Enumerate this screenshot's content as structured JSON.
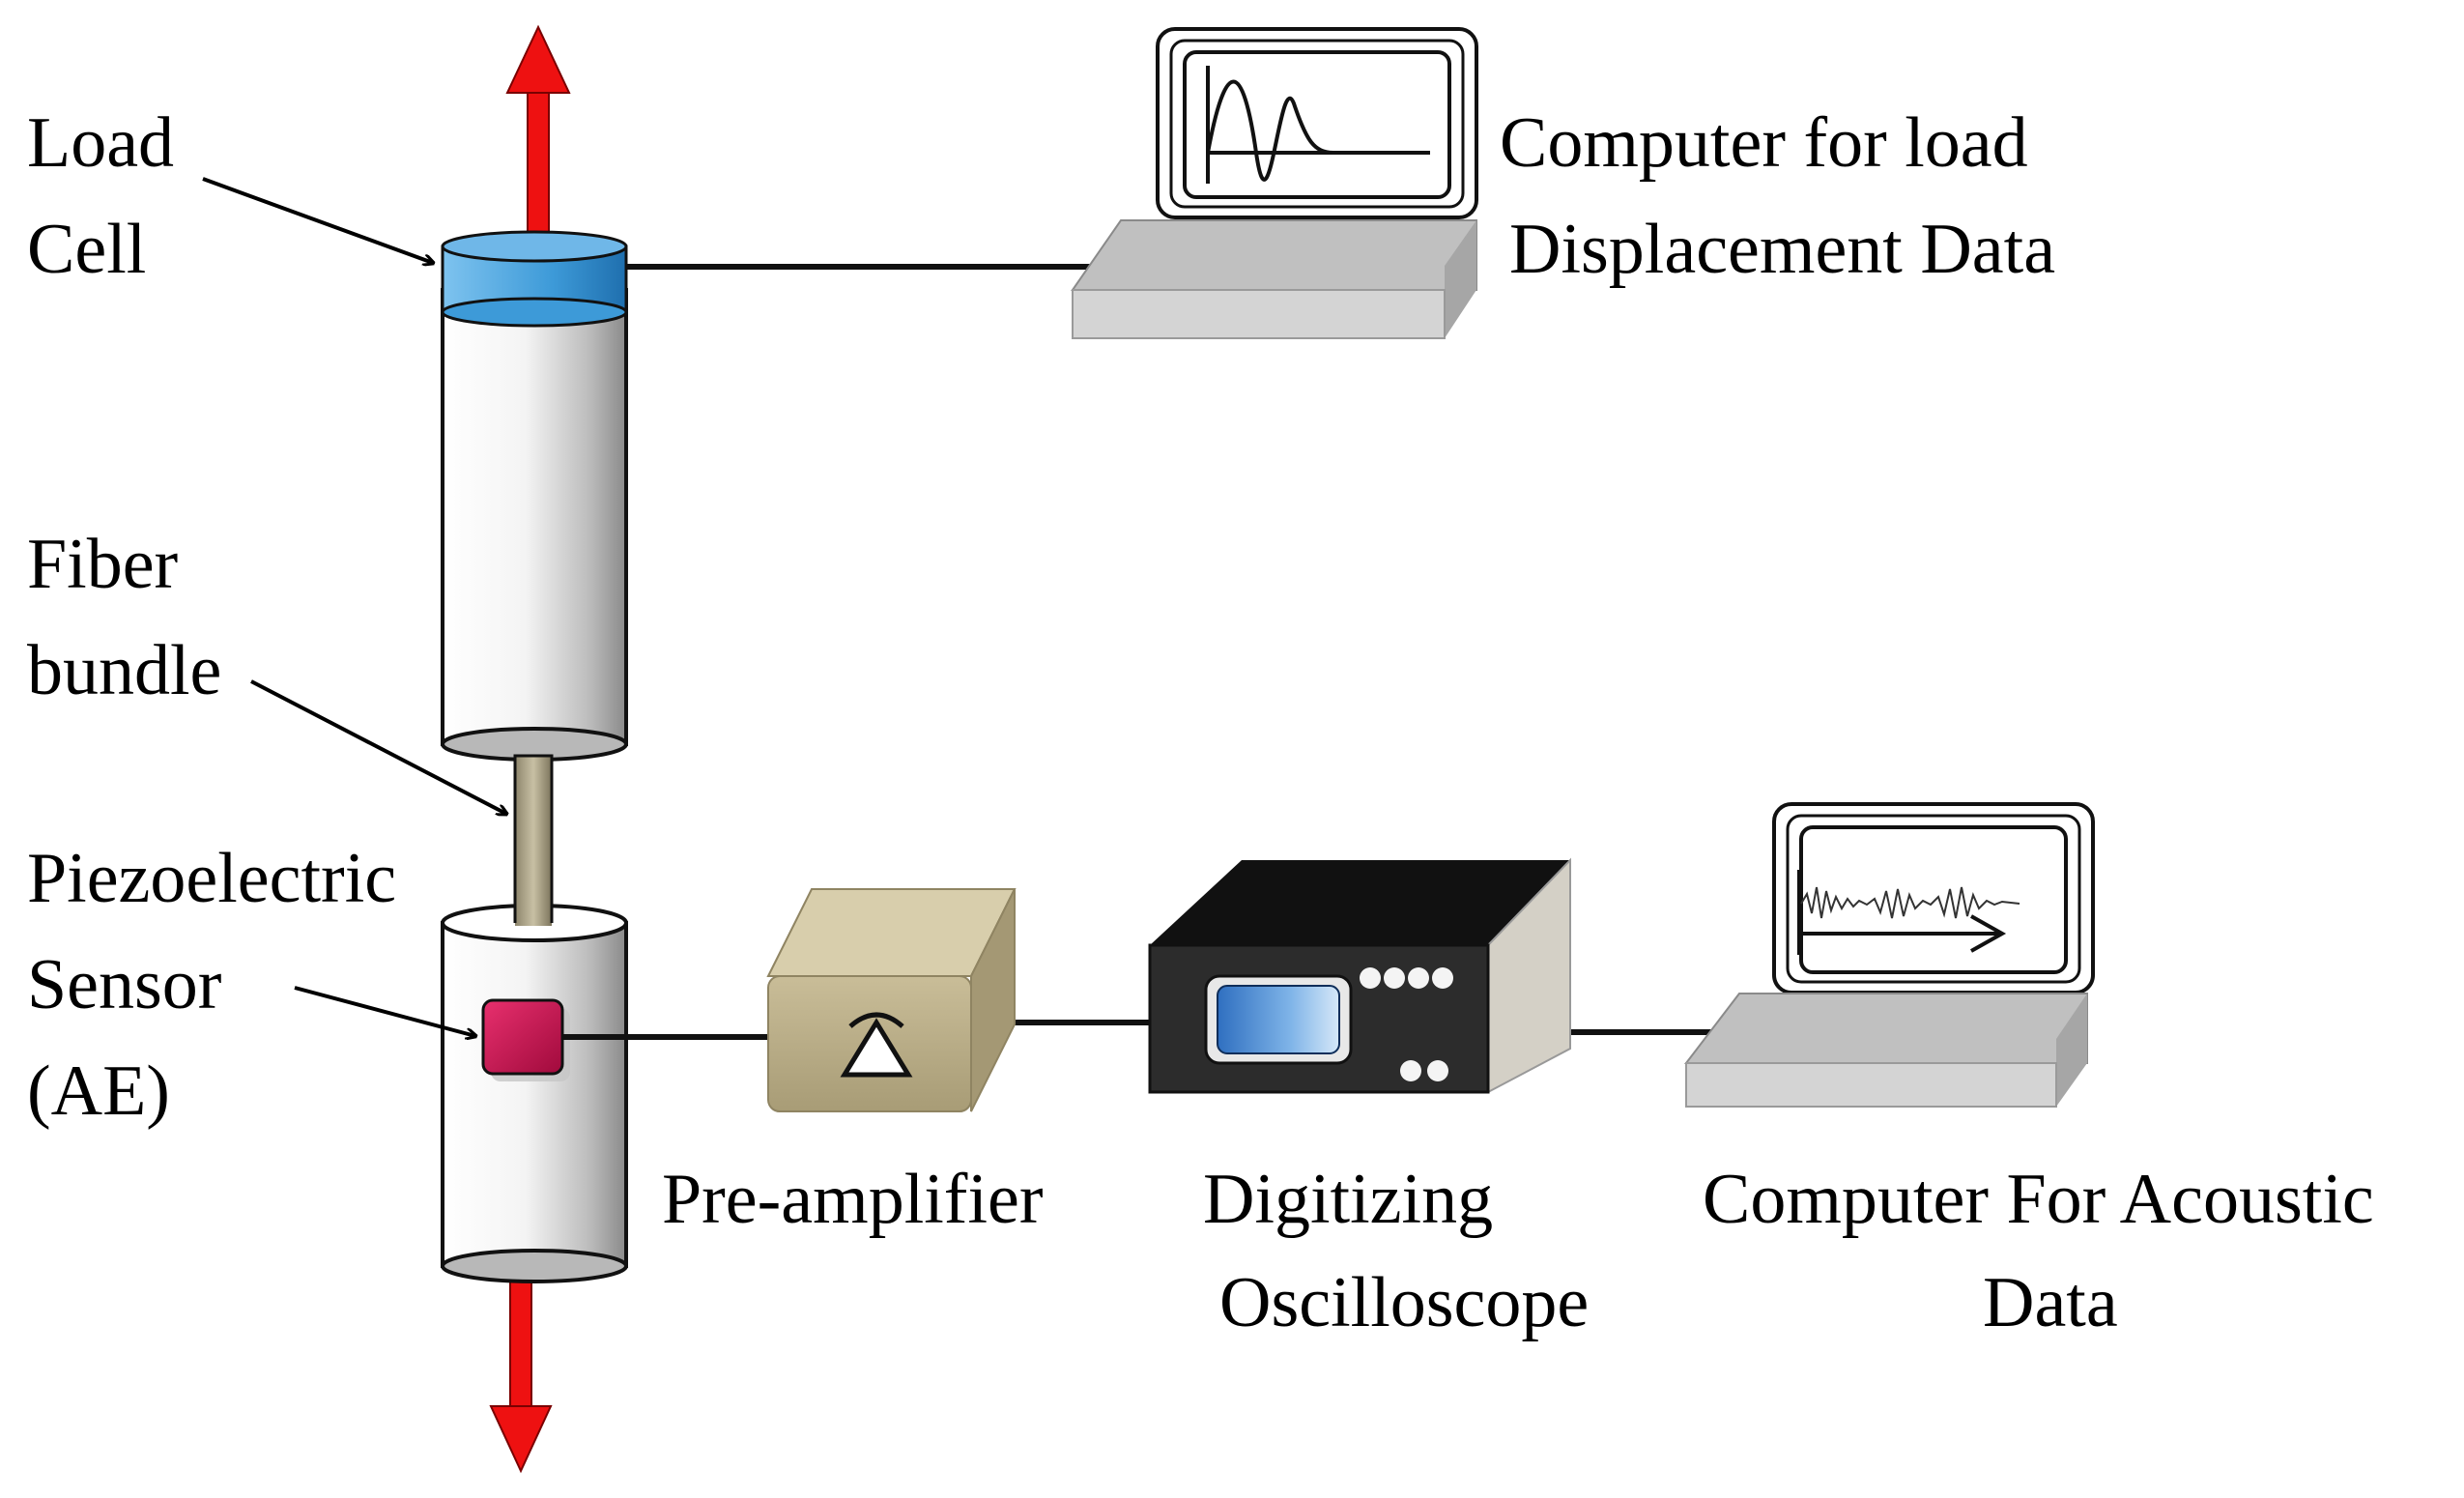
{
  "labels": {
    "load_cell_line1": "Load",
    "load_cell_line2": "Cell",
    "fiber_line1": "Fiber",
    "fiber_line2": "bundle",
    "sensor_line1": "Piezoelectric",
    "sensor_line2": "Sensor",
    "sensor_line3": "(AE)",
    "computer_load_line1": "Computer for load",
    "computer_load_line2": "Displacement Data",
    "preamp": "Pre-amplifier",
    "oscilloscope_line1": "Digitizing",
    "oscilloscope_line2": "Oscilloscope",
    "computer_acoustic_line1": "Computer For Acoustic",
    "computer_acoustic_line2": "Data"
  },
  "colors": {
    "force_arrow": "#ee1111",
    "load_cell": "#3d9ad8",
    "sensor": "#c8104e",
    "preamp": "#bdb08a",
    "oscilloscope": "#2c2c2c",
    "oscilloscope_screen": "#3f86cf",
    "fiber": "#a89f84",
    "laptop": "#b0b0b0"
  },
  "icons": {
    "preamp_symbol": "amplifier-triangle-icon",
    "load_screen": "sine-wave-icon",
    "acoustic_screen": "acoustic-waveform-icon"
  }
}
